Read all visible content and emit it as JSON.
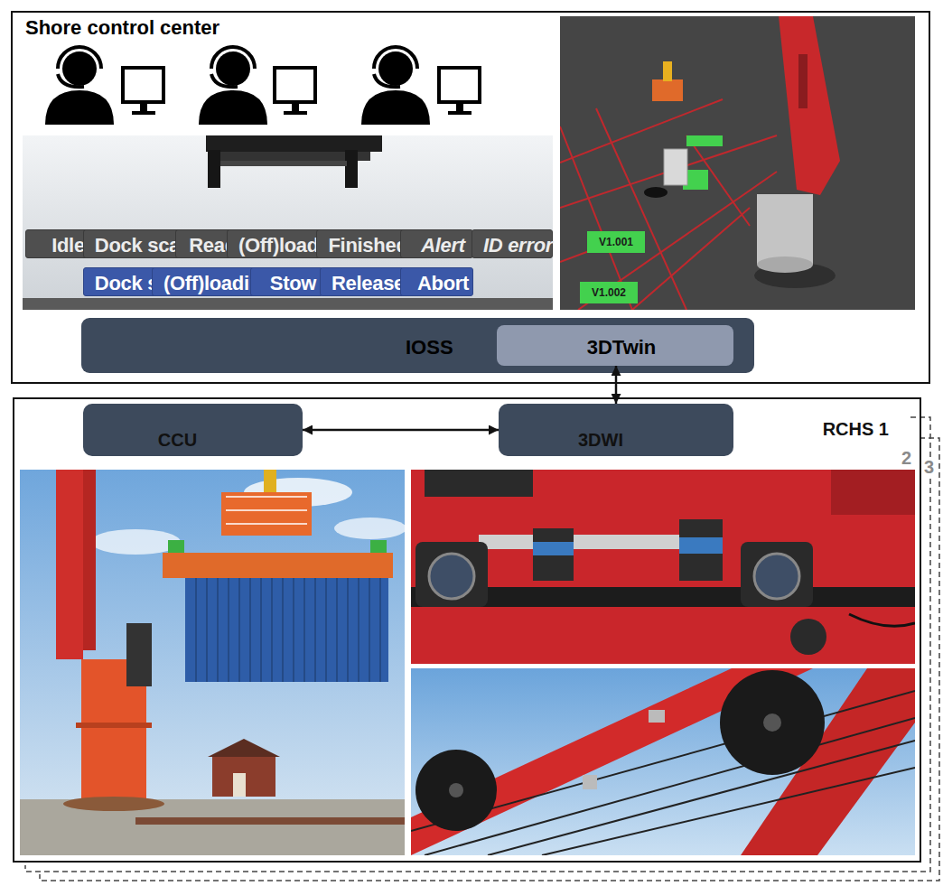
{
  "diagram": {
    "nodes": [
      {
        "text": [
          "Shore control center"
        ]
      },
      {
        "text": [
          "Idle"
        ],
        "in": 0
      },
      {
        "text": [
          "Dock scan"
        ],
        "in": 0
      },
      {
        "text": [
          "Ready"
        ],
        "in": 0
      },
      {
        "text": [
          "(Off)loading"
        ],
        "in": 0
      },
      {
        "text": [
          "Finished"
        ],
        "in": 0
      },
      {
        "text": [
          "Alert"
        ],
        "in": 0
      },
      {
        "text": [
          "ID error"
        ],
        "in": 0
      },
      {
        "text": [
          "Dock scan"
        ],
        "in": 0
      },
      {
        "text": [
          "(Off)loading"
        ],
        "in": 0
      },
      {
        "text": [
          "Stow"
        ],
        "in": 0
      },
      {
        "text": [
          "Release"
        ],
        "in": 0
      },
      {
        "text": [
          "Abort"
        ],
        "in": 0
      },
      {
        "text": [
          "IOSS"
        ],
        "in": 0
      },
      {
        "text": [
          "3DTwin"
        ],
        "in": 13
      },
      {
        "text": [
          "RCHS 1"
        ]
      },
      {
        "text": [
          "CCU"
        ],
        "in": 15
      },
      {
        "text": [
          "3DWI"
        ],
        "in": 15
      }
    ],
    "edges": [
      {
        "from": 14,
        "to": 17,
        "arrow": "both"
      },
      {
        "from": 16,
        "to": 17,
        "arrow": "both"
      }
    ],
    "labels": [
      "V1.001",
      "V1.002",
      "2",
      "3"
    ]
  }
}
